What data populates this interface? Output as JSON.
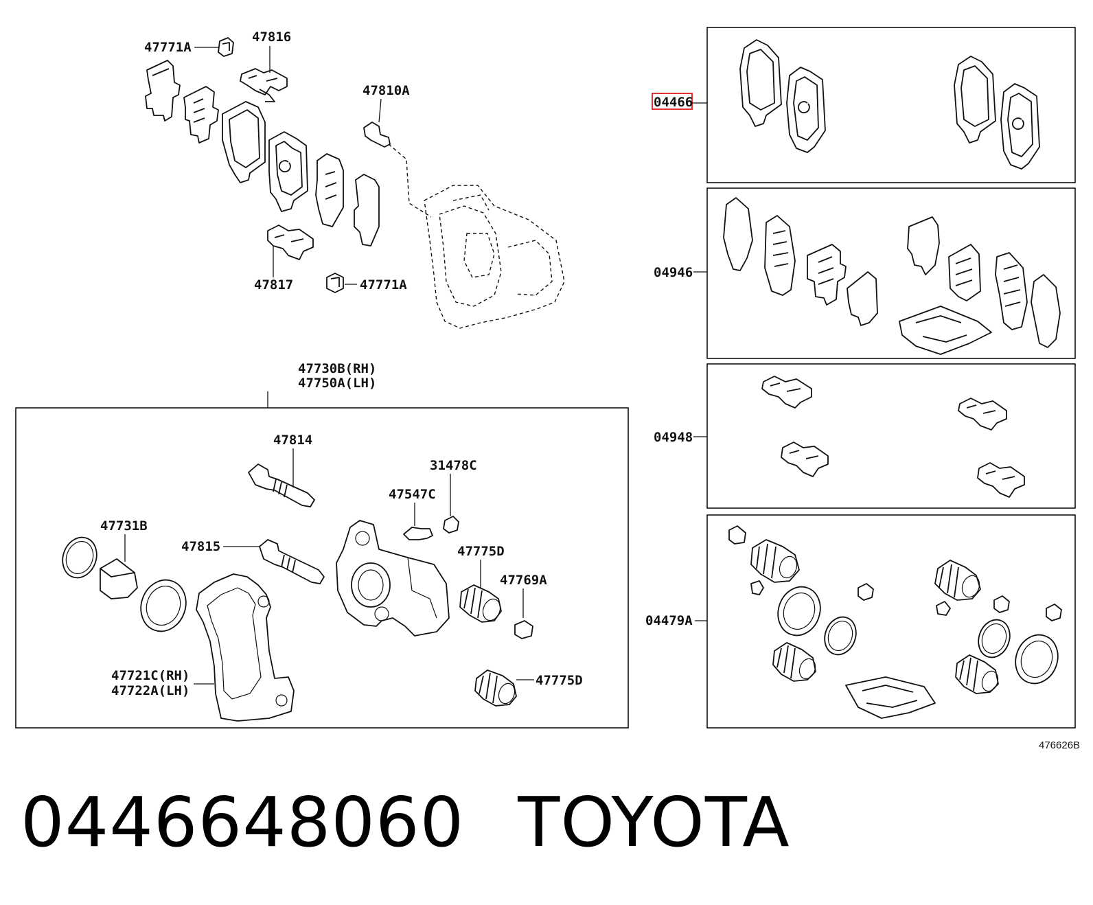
{
  "diagram": {
    "labels": {
      "l47771a_top": "47771A",
      "l47816": "47816",
      "l47810a": "47810A",
      "l47817": "47817",
      "l47771a_bottom": "47771A",
      "l47730b": "47730B(RH)",
      "l47750a": "47750A(LH)",
      "l47814": "47814",
      "l31478c": "31478C",
      "l47547c": "47547C",
      "l47731b": "47731B",
      "l47815": "47815",
      "l47775d_a": "47775D",
      "l47769a": "47769A",
      "l47721c": "47721C(RH)",
      "l47722a": "47722A(LH)",
      "l47775d_b": "47775D",
      "l04466": "04466",
      "l04946": "04946",
      "l04948": "04948",
      "l04479a": "04479A"
    },
    "ref_code": "476626B",
    "highlight_color": "#e0191e"
  },
  "caption": {
    "part_number": "0446648060",
    "brand": "TOYOTA"
  }
}
